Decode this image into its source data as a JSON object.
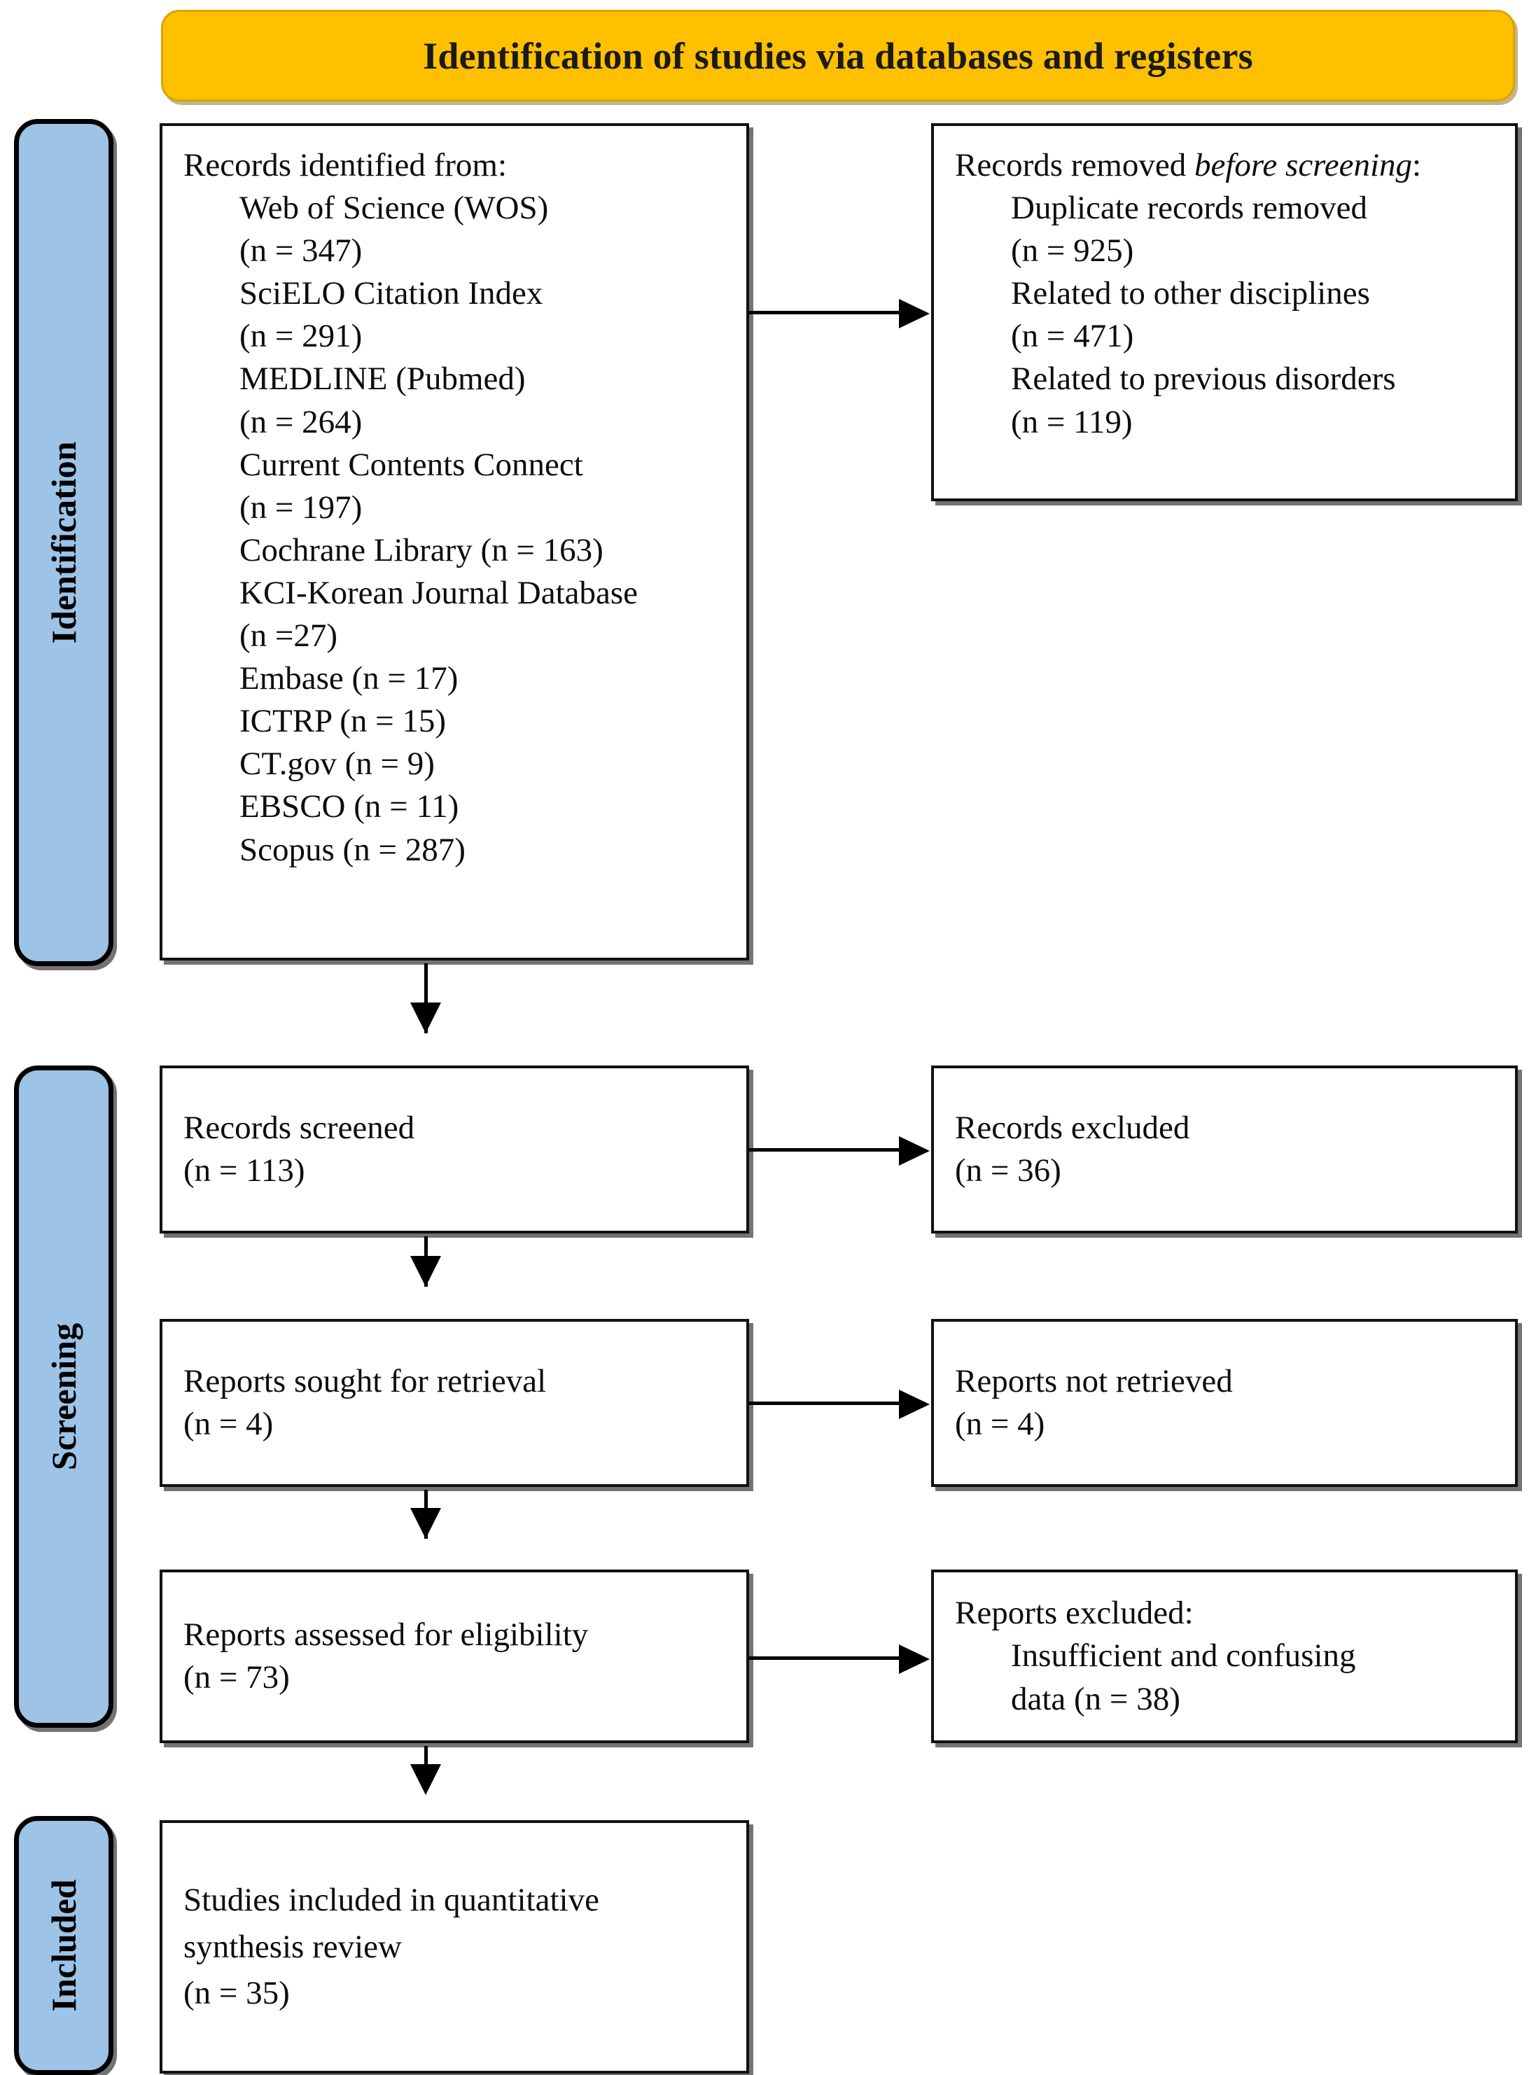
{
  "banner": {
    "title": "Identification of studies via databases and registers"
  },
  "phases": [
    {
      "id": "identification",
      "label": "Identification"
    },
    {
      "id": "screening",
      "label": "Screening"
    },
    {
      "id": "included",
      "label": "Included"
    }
  ],
  "boxes": {
    "identified": {
      "heading": "Records identified from:",
      "lines": [
        "Web of Science (WOS)",
        "(n = 347)",
        "SciELO Citation Index",
        "(n = 291)",
        "MEDLINE (Pubmed)",
        "(n = 264)",
        "Current Contents Connect",
        "(n = 197)",
        "Cochrane Library (n = 163)",
        "KCI-Korean Journal Database",
        "(n =27)",
        "Embase (n = 17)",
        "ICTRP (n = 15)",
        "CT.gov (n = 9)",
        "EBSCO (n = 11)",
        "Scopus (n = 287)"
      ]
    },
    "removed": {
      "heading_plain": "Records removed ",
      "heading_italic": "before screening",
      "heading_tail": ":",
      "lines": [
        "Duplicate records removed",
        "(n = 925)",
        "Related to other disciplines",
        "(n = 471)",
        "Related to previous disorders",
        "(n = 119)"
      ]
    },
    "screened": {
      "line1": "Records screened",
      "line2": "(n = 113)"
    },
    "excluded": {
      "line1": "Records excluded",
      "line2": "(n = 36)"
    },
    "sought": {
      "line1": "Reports sought for retrieval",
      "line2": "(n = 4)"
    },
    "notretr": {
      "line1": "Reports not retrieved",
      "line2": "(n = 4)"
    },
    "assessed": {
      "line1": "Reports assessed for eligibility",
      "line2": "(n = 73)"
    },
    "repexcl": {
      "line1": "Reports excluded:",
      "line2": "Insufficient and confusing",
      "line3": "data (n = 38)"
    },
    "included": {
      "line1": "Studies included in quantitative",
      "line2": "synthesis review",
      "line3": "(n = 35)"
    }
  },
  "counts": {
    "wos": 347,
    "scielo": 291,
    "medline": 264,
    "current_contents": 197,
    "cochrane": 163,
    "kci": 27,
    "embase": 17,
    "ictrp": 15,
    "ctgov": 9,
    "ebsco": 11,
    "scopus": 287,
    "duplicates_removed": 925,
    "other_disciplines": 471,
    "previous_disorders": 119,
    "records_screened": 113,
    "records_excluded": 36,
    "reports_sought": 4,
    "reports_not_retrieved": 4,
    "reports_assessed": 73,
    "reports_excluded": 38,
    "studies_included": 35
  },
  "colors": {
    "banner": "#FFC000",
    "phase_bar": "#9DC3E6",
    "stroke": "#000000"
  }
}
